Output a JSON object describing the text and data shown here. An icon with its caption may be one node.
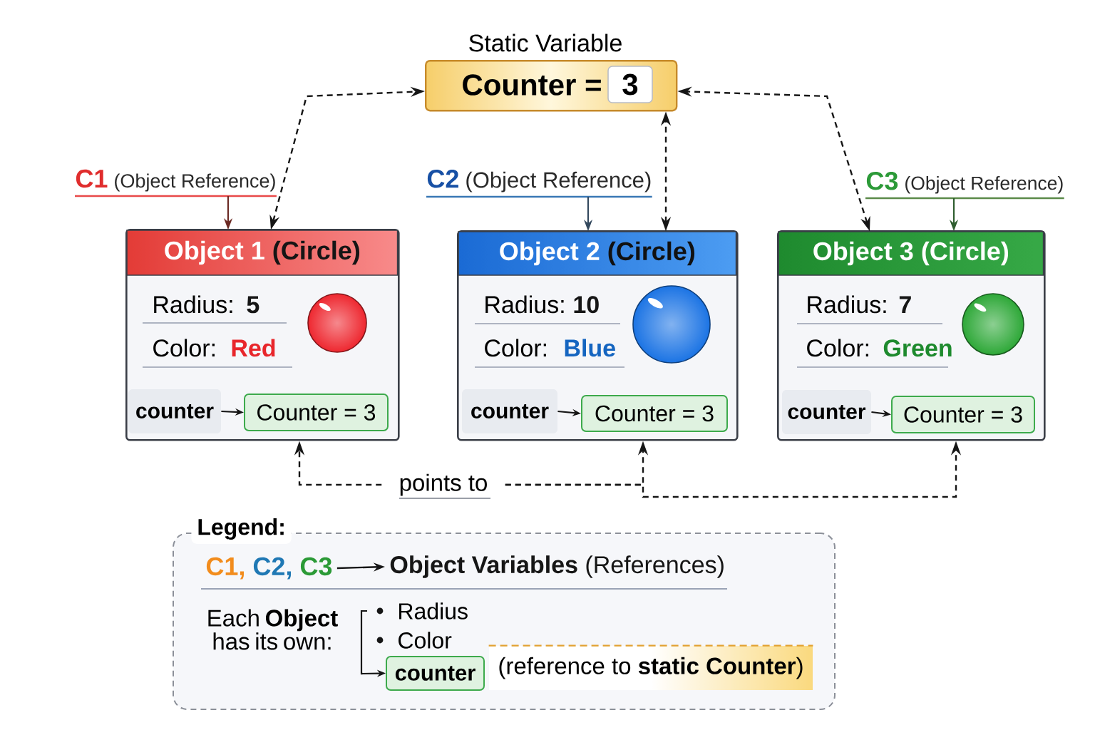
{
  "diagram": {
    "nodes": [
      {
        "text": [
          "Static Variable",
          "Counter =",
          "3"
        ]
      },
      {
        "text": [
          "C1",
          "(Object Reference)"
        ]
      },
      {
        "text": [
          "C2",
          "(Object Reference)"
        ]
      },
      {
        "text": [
          "C3",
          "(Object Reference)"
        ]
      },
      {
        "text": [
          "Radius:",
          "5",
          "Color:",
          "Red"
        ]
      },
      {
        "text": [
          "Object 1",
          "(Circle)"
        ],
        "in": 4
      },
      {
        "text": [],
        "shape": "circle",
        "in": 4
      },
      {
        "text": [
          "counter"
        ],
        "in": 4
      },
      {
        "text": [
          "Counter = 3"
        ],
        "in": 4
      },
      {
        "text": [
          "Radius:",
          "10",
          "Color:",
          "Blue"
        ]
      },
      {
        "text": [
          "Object 2",
          "(Circle)"
        ],
        "in": 9
      },
      {
        "text": [],
        "shape": "circle",
        "in": 9
      },
      {
        "text": [
          "counter"
        ],
        "in": 9
      },
      {
        "text": [
          "Counter = 3"
        ],
        "in": 9
      },
      {
        "text": [
          "Radius:",
          "7",
          "Color:",
          "Green"
        ]
      },
      {
        "text": [
          "Object 3",
          "(Circle)"
        ],
        "in": 14
      },
      {
        "text": [],
        "shape": "circle",
        "in": 14
      },
      {
        "text": [
          "counter"
        ],
        "in": 14
      },
      {
        "text": [
          "Counter = 3"
        ],
        "in": 14
      },
      {
        "text": [
          "points to"
        ]
      },
      {
        "text": [
          "Legend:"
        ]
      },
      {
        "text": [
          "C1,",
          "C2,",
          "C3"
        ],
        "in": 20
      },
      {
        "text": [
          "**Object Variables** (References)"
        ],
        "in": 20
      },
      {
        "text": [
          "Each **Object** has its own:"
        ],
        "in": 20
      },
      {
        "text": [
          "counter"
        ],
        "in": 20
      },
      {
        "text": [
          "(reference to **static Counter**)"
        ],
        "in": 20
      }
    ],
    "edges": [
      {
        "from": 1,
        "to": 5,
        "arrow": "to",
        "color": "#6b2a24"
      },
      {
        "from": 5,
        "to": 0,
        "arrow": "both",
        "style": "dashed"
      },
      {
        "from": 2,
        "to": 10,
        "arrow": "to",
        "color": "#34495e"
      },
      {
        "from": 10,
        "to": 0,
        "arrow": "both",
        "style": "dashed"
      },
      {
        "from": 3,
        "to": 15,
        "arrow": "to",
        "color": "#2f5e2f"
      },
      {
        "from": 15,
        "to": 0,
        "arrow": "both",
        "style": "dashed"
      },
      {
        "from": 7,
        "to": 8,
        "arrow": "to"
      },
      {
        "from": 12,
        "to": 13,
        "arrow": "to"
      },
      {
        "from": 17,
        "to": 18,
        "arrow": "to"
      },
      {
        "from": 19,
        "to": 4,
        "arrow": "to",
        "style": "dashed"
      },
      {
        "from": 19,
        "to": 9,
        "arrow": "to",
        "style": "dashed"
      },
      {
        "from": 19,
        "to": 14,
        "arrow": "to",
        "style": "dashed"
      },
      {
        "from": 21,
        "to": 22,
        "arrow": "to"
      },
      {
        "from": null,
        "to": 24,
        "arrow": "to"
      }
    ],
    "labels": [
      "Radius",
      "Color"
    ]
  }
}
